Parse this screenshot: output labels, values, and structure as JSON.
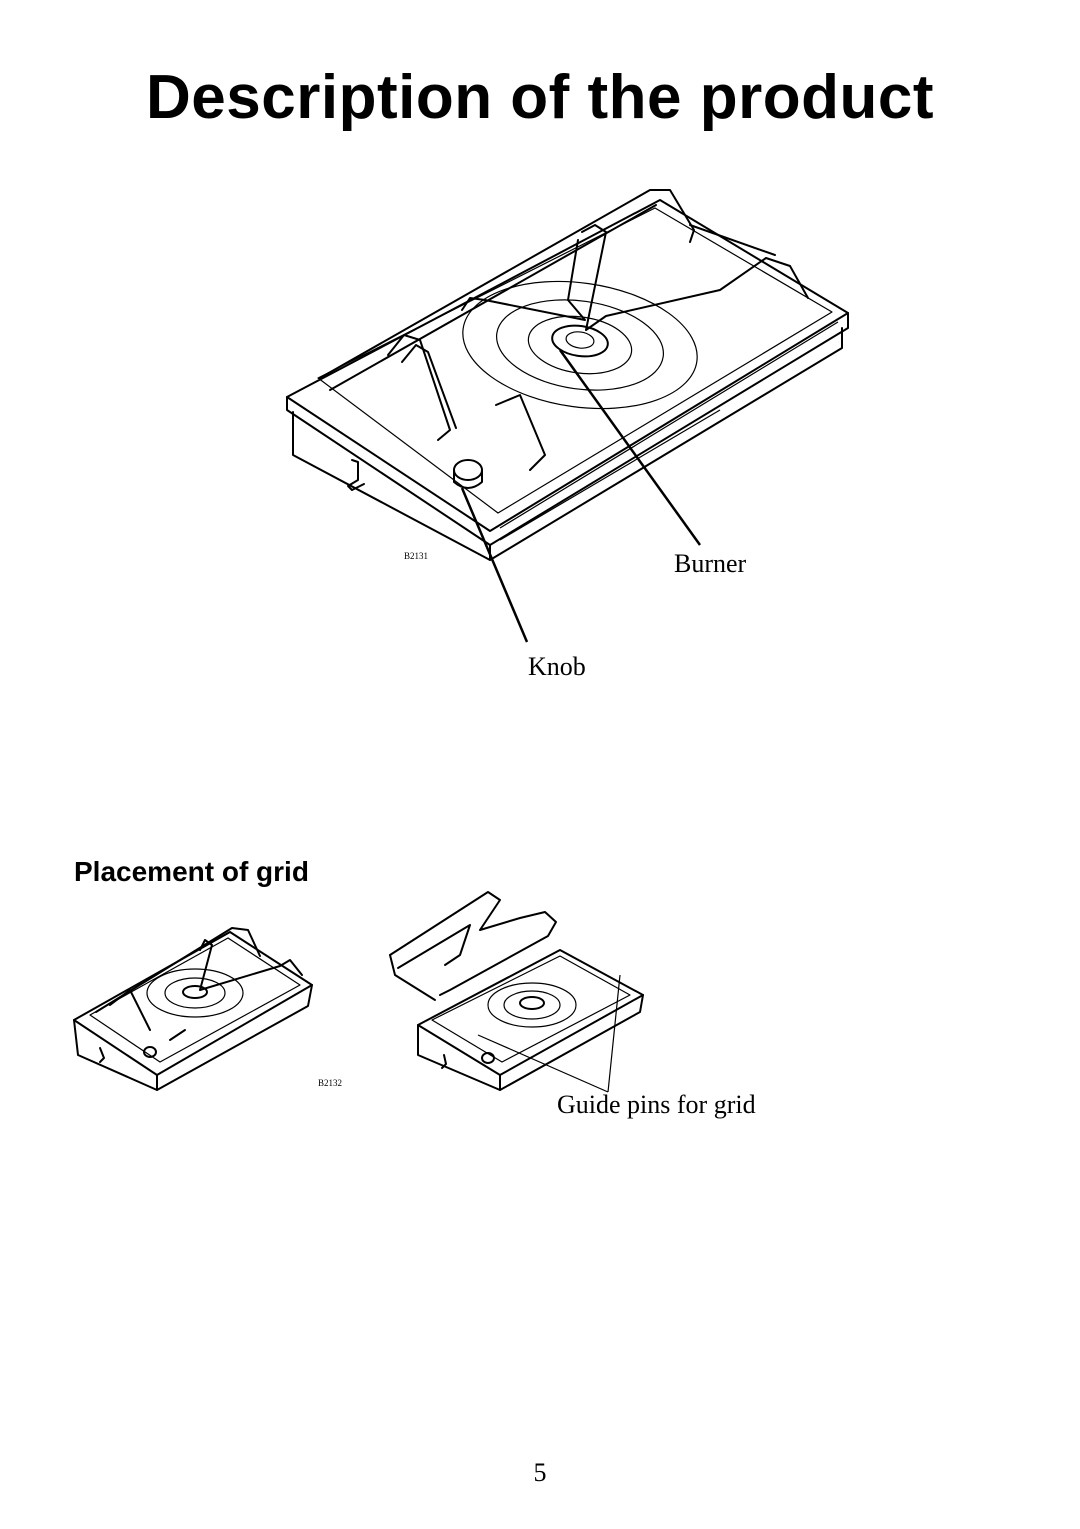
{
  "page": {
    "title": "Description of the product",
    "page_number": "5"
  },
  "figure_top": {
    "code": "B2131",
    "burner_label": "Burner",
    "knob_label": "Knob"
  },
  "figure_bottom": {
    "heading": "Placement of grid",
    "code": "B2132",
    "guide_pins_label": "Guide pins for grid"
  }
}
